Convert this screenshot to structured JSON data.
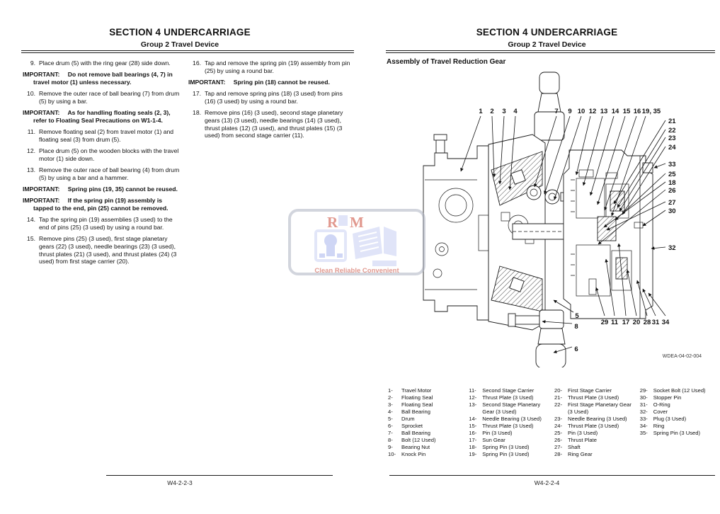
{
  "page_left": {
    "header_title": "SECTION 4 UNDERCARRIAGE",
    "header_subtitle": "Group 2 Travel Device",
    "footer": "W4-2-2-3",
    "col1": [
      {
        "kind": "step",
        "lead": "9.",
        "text": "Place drum (5) with the ring gear (28) side down."
      },
      {
        "kind": "important",
        "lead": "IMPORTANT:",
        "text": "Do not remove ball bearings (4, 7) in travel motor (1) unless necessary."
      },
      {
        "kind": "step",
        "lead": "10.",
        "text": "Remove the outer race of ball bearing (7) from drum (5) by using a bar."
      },
      {
        "kind": "important",
        "lead": "IMPORTANT:",
        "text": "As for handling floating seals (2, 3), refer to Floating Seal Precautions on W1-1-4."
      },
      {
        "kind": "step",
        "lead": "11.",
        "text": "Remove floating seal (2) from travel motor (1) and floating seal (3) from drum (5)."
      },
      {
        "kind": "step",
        "lead": "12.",
        "text": "Place drum (5) on the wooden blocks with the travel motor (1) side down."
      },
      {
        "kind": "step",
        "lead": "13.",
        "text": "Remove the outer race of ball bearing (4) from drum (5) by using a bar and a hammer."
      },
      {
        "kind": "important",
        "lead": "IMPORTANT:",
        "text": "Spring pins (19, 35) cannot be reused."
      },
      {
        "kind": "important",
        "lead": "IMPORTANT:",
        "text": "If the spring pin (19) assembly is tapped to the end, pin (25) cannot be removed."
      },
      {
        "kind": "step",
        "lead": "14.",
        "text": "Tap the spring pin (19) assemblies (3 used) to the end of pins (25) (3 used) by using a round bar."
      },
      {
        "kind": "step",
        "lead": "15.",
        "text": "Remove pins (25) (3 used), first stage planetary gears (22) (3 used), needle bearings (23) (3 used), thrust plates (21) (3 used), and thrust plates (24) (3 used) from first stage carrier (20)."
      }
    ],
    "col2": [
      {
        "kind": "step",
        "lead": "16.",
        "text": "Tap and remove the spring pin (19) assembly from pin (25) by using a round bar."
      },
      {
        "kind": "important",
        "lead": "IMPORTANT:",
        "text": "Spring pin (18) cannot be reused."
      },
      {
        "kind": "step",
        "lead": "17.",
        "text": "Tap and remove spring pins (18) (3 used) from pins (16) (3 used) by using a round bar."
      },
      {
        "kind": "step",
        "lead": "18.",
        "text": "Remove pins (16) (3 used), second stage planetary gears (13) (3 used), needle bearings (14) (3 used), thrust plates (12) (3 used), and thrust plates (15) (3 used) from second stage carrier (11)."
      }
    ]
  },
  "page_right": {
    "header_title": "SECTION 4 UNDERCARRIAGE",
    "header_subtitle": "Group 2 Travel Device",
    "section_heading": "Assembly of Travel Reduction Gear",
    "figure_code": "WDEA-04-02-004",
    "footer": "W4-2-2-4",
    "callouts_top": [
      "1",
      "2",
      "3",
      "4",
      "7",
      "9",
      "10",
      "12",
      "13",
      "14",
      "15",
      "16",
      "19, 35"
    ],
    "callouts_right": [
      "21",
      "22",
      "23",
      "24",
      "33",
      "25",
      "18",
      "26",
      "27",
      "30",
      "32"
    ],
    "callouts_bottom": [
      "29",
      "11",
      "17",
      "20",
      "28",
      "31",
      "34"
    ],
    "callouts_left": [
      "5",
      "8",
      "6"
    ],
    "parts_columns": [
      [
        {
          "num": "1-",
          "name": "Travel Motor"
        },
        {
          "num": "2-",
          "name": "Floating Seal"
        },
        {
          "num": "3-",
          "name": "Floating Seal"
        },
        {
          "num": "4-",
          "name": "Ball Bearing"
        },
        {
          "num": "5-",
          "name": "Drum"
        },
        {
          "num": "6-",
          "name": "Sprocket"
        },
        {
          "num": "7-",
          "name": "Ball Bearing"
        },
        {
          "num": "8-",
          "name": "Bolt (12 Used)"
        },
        {
          "num": "9-",
          "name": "Bearing Nut"
        },
        {
          "num": "10-",
          "name": "Knock Pin"
        }
      ],
      [
        {
          "num": "11-",
          "name": "Second Stage Carrier"
        },
        {
          "num": "12-",
          "name": "Thrust Plate (3 Used)"
        },
        {
          "num": "13-",
          "name": "Second Stage Planetary Gear (3 Used)"
        },
        {
          "num": "14-",
          "name": "Needle Bearing (3 Used)"
        },
        {
          "num": "15-",
          "name": "Thrust Plate (3 Used)"
        },
        {
          "num": "16-",
          "name": "Pin (3 Used)"
        },
        {
          "num": "17-",
          "name": "Sun Gear"
        },
        {
          "num": "18-",
          "name": "Spring Pin (3 Used)"
        },
        {
          "num": "19-",
          "name": "Spring Pin (3 Used)"
        }
      ],
      [
        {
          "num": "20-",
          "name": "First Stage Carrier"
        },
        {
          "num": "21-",
          "name": "Thrust Plate (3 Used)"
        },
        {
          "num": "22-",
          "name": "First Stage Planetary Gear (3 Used)"
        },
        {
          "num": "23-",
          "name": "Needle Bearing (3 Used)"
        },
        {
          "num": "24-",
          "name": "Thrust Plate (3 Used)"
        },
        {
          "num": "25-",
          "name": "Pin (3 Used)"
        },
        {
          "num": "26-",
          "name": "Thrust Plate"
        },
        {
          "num": "27-",
          "name": "Shaft"
        },
        {
          "num": "28-",
          "name": "Ring Gear"
        }
      ],
      [
        {
          "num": "29-",
          "name": "Socket Bolt (12 Used)"
        },
        {
          "num": "30-",
          "name": "Stopper Pin"
        },
        {
          "num": "31-",
          "name": "O-Ring"
        },
        {
          "num": "32-",
          "name": "Cover"
        },
        {
          "num": "33-",
          "name": "Plug (3 Used)"
        },
        {
          "num": "34-",
          "name": "Ring"
        },
        {
          "num": "35-",
          "name": "Spring Pin (3 Used)"
        }
      ]
    ]
  },
  "watermark": {
    "letter1": "R",
    "letter2": "M",
    "tagline": "Clean Reliable Convenient"
  }
}
